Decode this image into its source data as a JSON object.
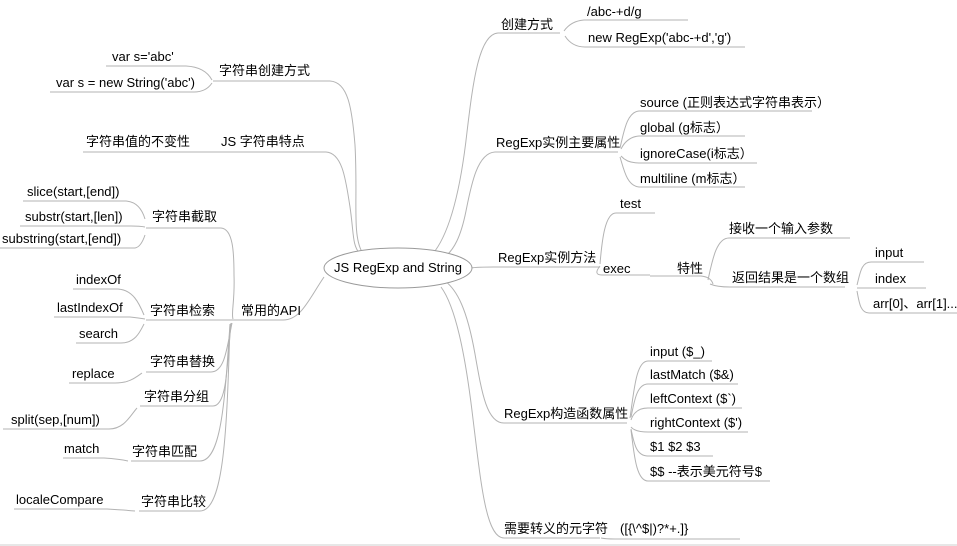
{
  "root": {
    "label": "JS RegExp and String"
  },
  "colors": {
    "background": "#ffffff",
    "edge": "#b3b3b3",
    "text": "#000000"
  },
  "string": {
    "create": {
      "label": "字符串创建方式",
      "literal": "var s='abc'",
      "ctor": "var s = new String('abc')"
    },
    "feature": {
      "label": "JS 字符串特点",
      "immutable": "字符串值的不变性"
    },
    "api": {
      "label": "常用的API",
      "extract": {
        "label": "字符串截取",
        "slice": "slice(start,[end])",
        "substr": "substr(start,[len])",
        "substring": "substring(start,[end])"
      },
      "search": {
        "label": "字符串检索",
        "indexOf": "indexOf",
        "lastIndexOf": "lastIndexOf",
        "search": "search"
      },
      "replace": {
        "label": "字符串替换",
        "replace": "replace"
      },
      "split": {
        "label": "字符串分组",
        "split": "split(sep,[num])"
      },
      "match": {
        "label": "字符串匹配",
        "match": "match"
      },
      "compare": {
        "label": "字符串比较",
        "localeCompare": "localeCompare"
      }
    }
  },
  "regexp": {
    "create": {
      "label": "创建方式",
      "literal": "/abc-+d/g",
      "ctor": "new RegExp('abc-+d','g')"
    },
    "instance_props": {
      "label": "RegExp实例主要属性",
      "source": "source (正则表达式字符串表示）",
      "global": "global (g标志）",
      "ignoreCase": "ignoreCase(i标志）",
      "multiline": "multiline (m标志）"
    },
    "instance_methods": {
      "label": "RegExp实例方法",
      "test": "test",
      "exec": "exec",
      "traits": {
        "label": "特性",
        "accepts": "接收一个输入参数",
        "returns": {
          "label": "返回结果是一个数组",
          "input": "input",
          "index": "index",
          "arr": "arr[0]、arr[1]..."
        }
      }
    },
    "ctor_props": {
      "label": "RegExp构造函数属性",
      "input": "input ($_)",
      "lastMatch": "lastMatch ($&)",
      "leftContext": "leftContext ($`)",
      "rightContext": "rightContext ($')",
      "groups": "$1 $2 $3",
      "dollar": "$$ --表示美元符号$"
    },
    "escape": {
      "label": "需要转义的元字符",
      "chars": "([{\\^$|)?*+.]}"
    }
  }
}
